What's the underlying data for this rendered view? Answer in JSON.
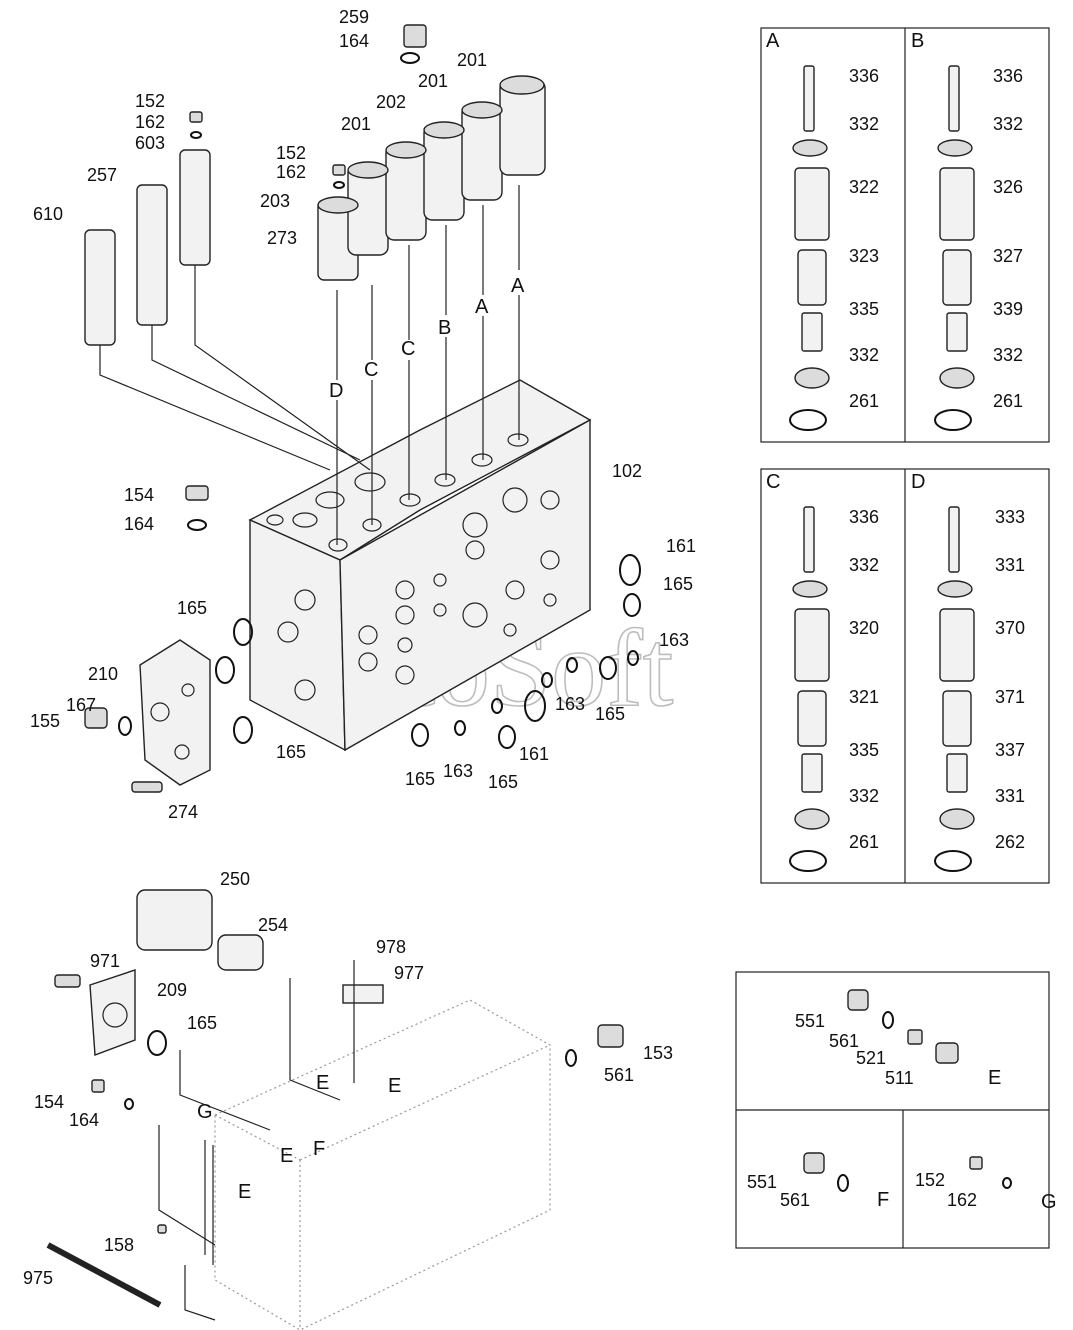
{
  "watermark": "AutoSoft",
  "main_labels": [
    "259",
    "164",
    "201",
    "201",
    "202",
    "201",
    "152",
    "162",
    "603",
    "152",
    "162",
    "203",
    "257",
    "273",
    "610",
    "102",
    "154",
    "164",
    "161",
    "165",
    "165",
    "210",
    "167",
    "155",
    "163",
    "163",
    "165",
    "165",
    "163",
    "161",
    "165",
    "274",
    "165",
    "250",
    "254",
    "978",
    "977",
    "971",
    "209",
    "165",
    "153",
    "561",
    "154",
    "164",
    "158",
    "975"
  ],
  "letters": [
    "A",
    "A",
    "B",
    "C",
    "C",
    "D",
    "E",
    "E",
    "E",
    "E",
    "F",
    "G"
  ],
  "panel_a": {
    "title": "A",
    "labels": [
      "336",
      "332",
      "322",
      "323",
      "335",
      "332",
      "261"
    ]
  },
  "panel_b": {
    "title": "B",
    "labels": [
      "336",
      "332",
      "326",
      "327",
      "339",
      "332",
      "261"
    ]
  },
  "panel_c": {
    "title": "C",
    "labels": [
      "336",
      "332",
      "320",
      "321",
      "335",
      "332",
      "261"
    ]
  },
  "panel_d": {
    "title": "D",
    "labels": [
      "333",
      "331",
      "370",
      "371",
      "337",
      "331",
      "262"
    ]
  },
  "panel_e": {
    "labels": [
      "551",
      "561",
      "521",
      "511"
    ],
    "letter": "E"
  },
  "panel_f": {
    "labels": [
      "551",
      "561"
    ],
    "letter": "F"
  },
  "panel_g": {
    "labels": [
      "152",
      "162"
    ],
    "letter": "G"
  }
}
